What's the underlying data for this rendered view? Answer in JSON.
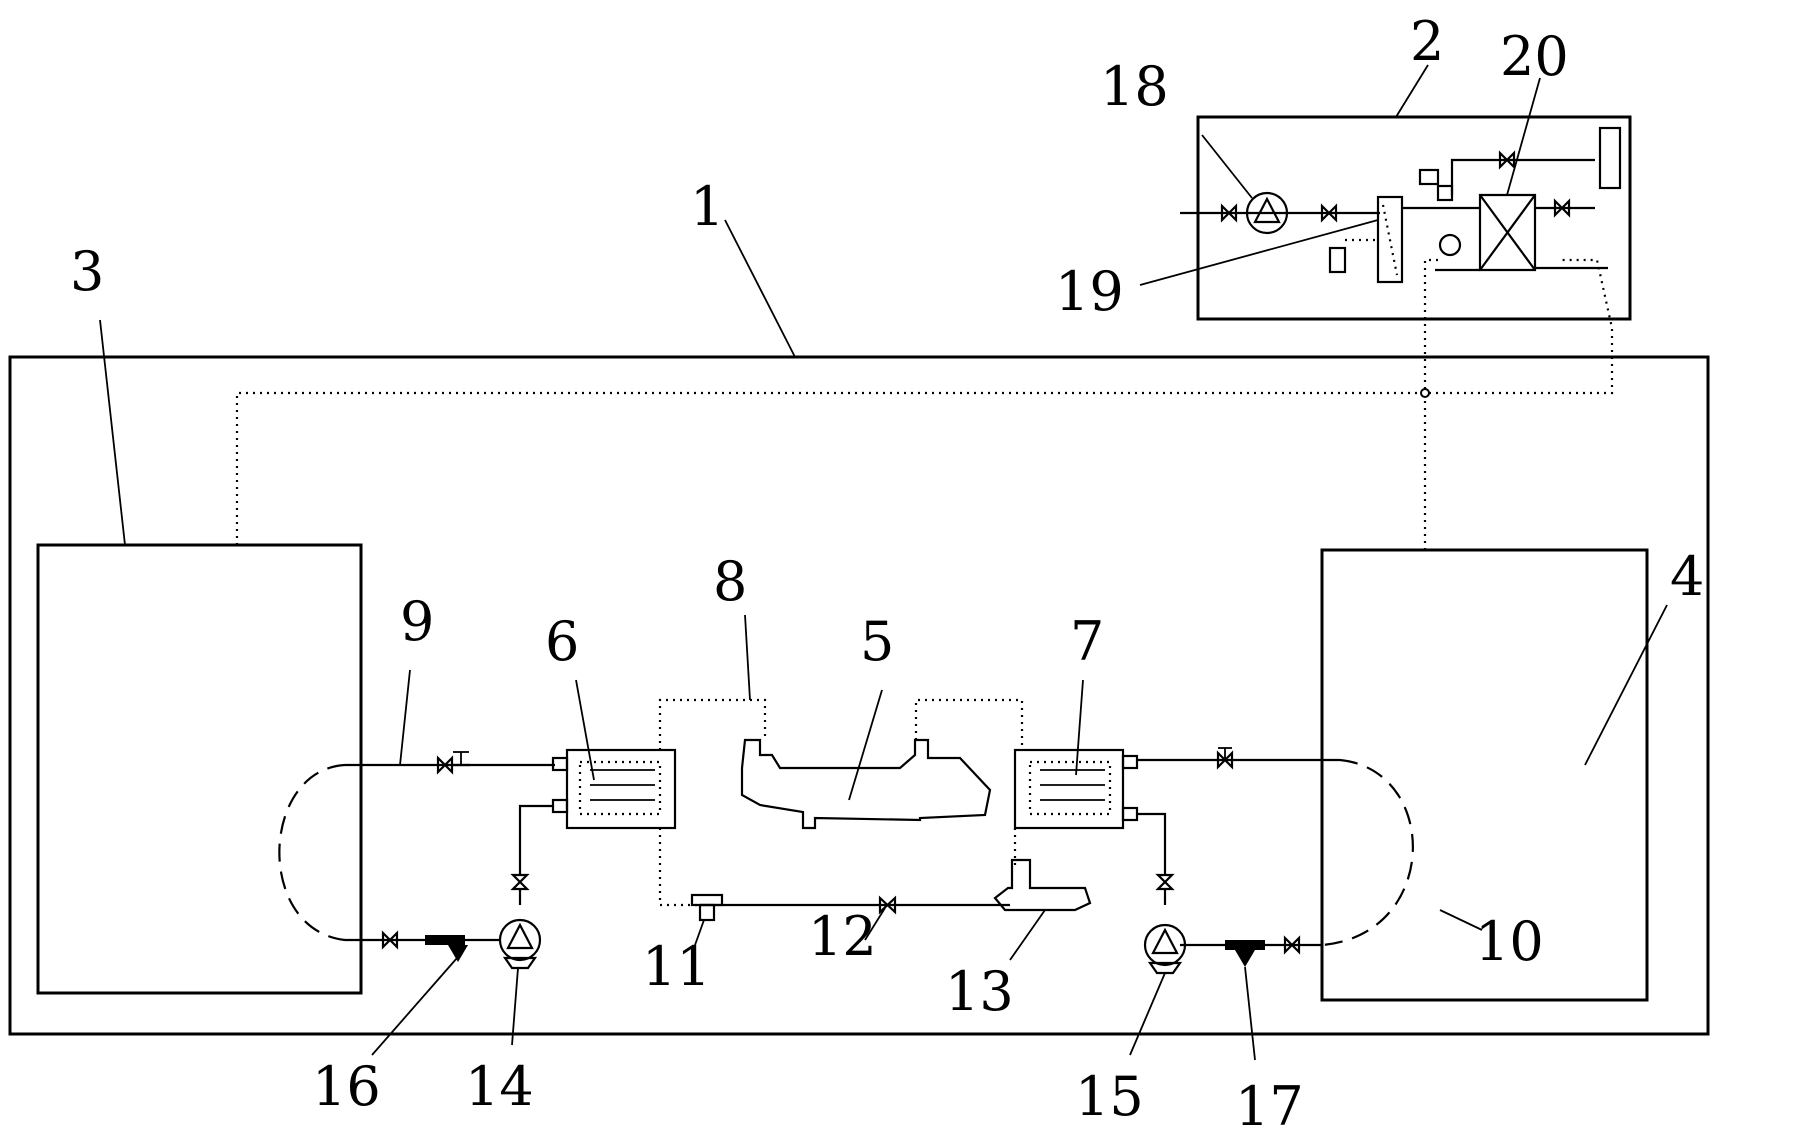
{
  "labels": {
    "frame": "1",
    "control_box": "2",
    "left_tank": "3",
    "right_tank": "4",
    "engine": "5",
    "left_exchanger": "6",
    "right_exchanger": "7",
    "oil_line": "8",
    "left_loop": "9",
    "right_loop": "10",
    "filter": "11",
    "throttle": "12",
    "oil_pan": "13",
    "left_pump": "14",
    "right_pump": "15",
    "left_strainer": "16",
    "right_strainer": "17",
    "feed_pump": "18",
    "column": "19",
    "cross_exchanger": "20"
  }
}
